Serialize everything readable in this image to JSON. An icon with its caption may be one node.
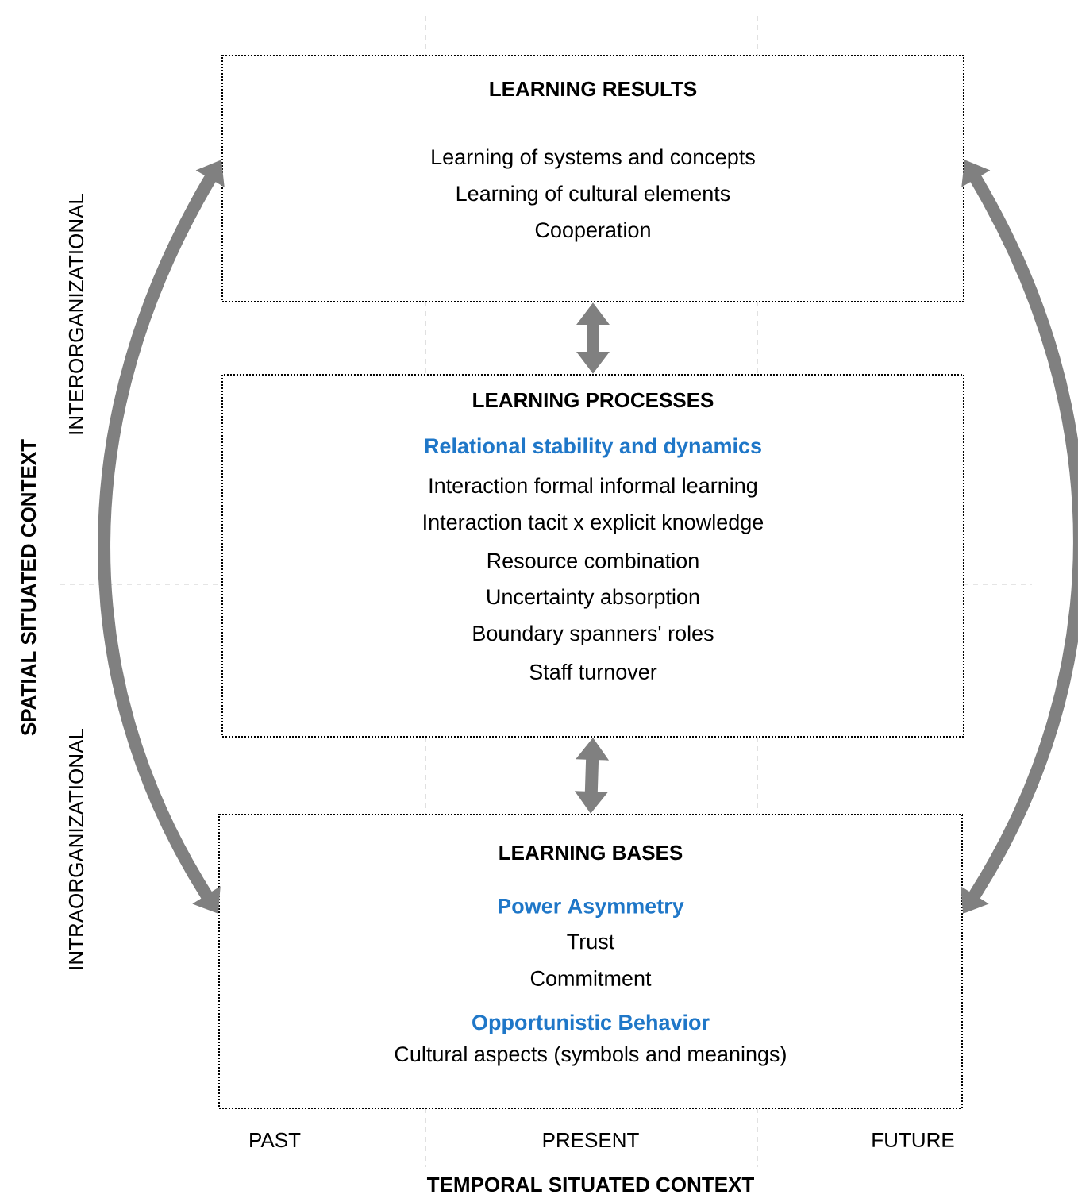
{
  "diagram": {
    "nodes": [
      {
        "text": [
          "LEARNING RESULTS",
          "Learning of systems and concepts",
          "Learning of cultural elements",
          "Cooperation"
        ]
      },
      {
        "text": [
          "LEARNING PROCESSES",
          "Relational stability and dynamics",
          "Interaction formal informal learning",
          "Interaction tacit x explicit knowledge",
          "Resource combination",
          "Uncertainty absorption",
          "Boundary spanners' roles",
          "Staff turnover"
        ]
      },
      {
        "text": [
          "LEARNING BASES",
          "Power Asymmetry",
          "Trust",
          "Commitment",
          "Opportunistic Behavior",
          "Cultural aspects (symbols and meanings)"
        ]
      }
    ],
    "edges": [
      {
        "from": 0,
        "to": 1,
        "arrow": "both"
      },
      {
        "from": 1,
        "to": 2,
        "arrow": "both"
      },
      {
        "from": 2,
        "to": 0,
        "arrow": "both"
      },
      {
        "from": 2,
        "to": 0,
        "arrow": "both"
      }
    ],
    "labels": [
      "INTERORGANIZATIONAL",
      "SPATIAL SITUATED CONTEXT",
      "INTRAORGANIZATIONAL",
      "PAST",
      "PRESENT",
      "FUTURE",
      "TEMPORAL SITUATED CONTEXT"
    ]
  }
}
